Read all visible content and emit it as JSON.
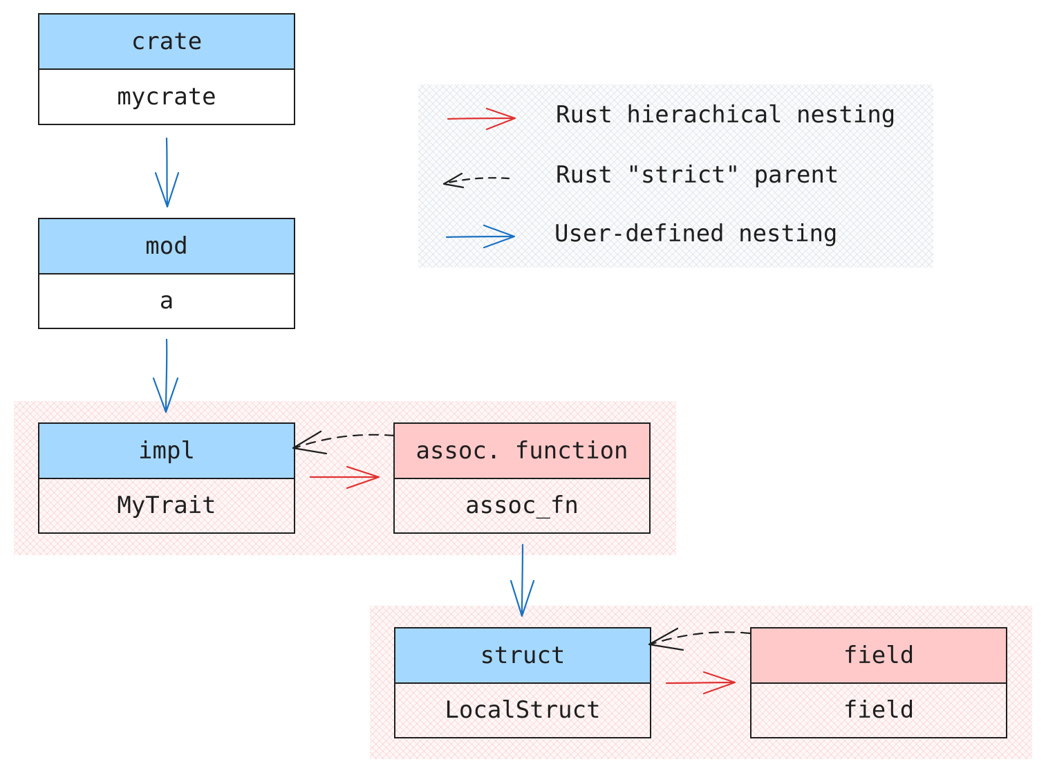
{
  "nodes": {
    "crate": {
      "kind": "crate",
      "name": "mycrate"
    },
    "mod": {
      "kind": "mod",
      "name": "a"
    },
    "impl": {
      "kind": "impl",
      "name": "MyTrait"
    },
    "assoc_fn": {
      "kind": "assoc. function",
      "name": "assoc_fn"
    },
    "struct": {
      "kind": "struct",
      "name": "LocalStruct"
    },
    "field": {
      "kind": "field",
      "name": "field"
    }
  },
  "legend": {
    "items": [
      {
        "label": "Rust hierachical nesting",
        "color": "#e03131",
        "style": "solid"
      },
      {
        "label": "Rust \"strict\" parent",
        "color": "#1e1e1e",
        "style": "dashed"
      },
      {
        "label": "User-defined nesting",
        "color": "#1971c2",
        "style": "solid"
      }
    ]
  },
  "colors": {
    "header_blue": "#a5d8ff",
    "header_pink": "#ffc9c9",
    "red_arrow": "#e03131",
    "blue_arrow": "#1971c2",
    "stroke": "#1e1e1e"
  }
}
